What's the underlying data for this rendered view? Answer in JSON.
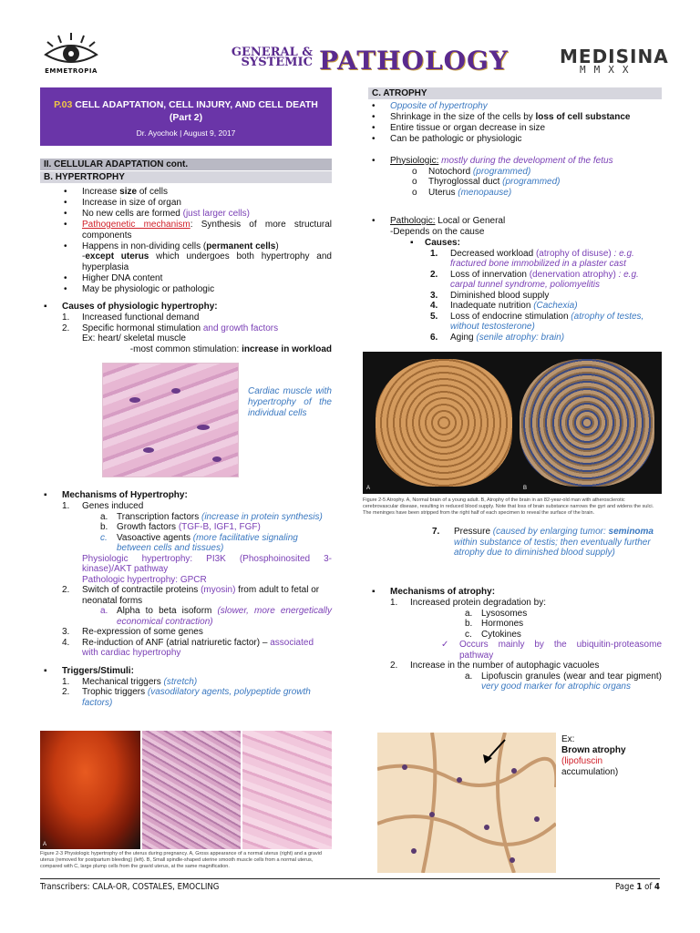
{
  "header": {
    "logo_text": "EMMETROPIA",
    "title_small_1": "GENERAL &",
    "title_small_2": "SYSTEMIC",
    "title_big": "PATHOLOGY",
    "brand": "MEDISINA",
    "brand_sub": "MMXX"
  },
  "title_box": {
    "code": "P.03",
    "title": "CELL ADAPTATION, CELL INJURY, AND CELL DEATH (Part 2)",
    "byline": "Dr. Ayochok | August 9, 2017"
  },
  "left": {
    "section": "II. CELLULAR ADAPTATION cont.",
    "subsection": "B. HYPERTROPHY",
    "bullets": {
      "b1_pre": "Increase ",
      "b1_bold": "size",
      "b1_post": " of cells",
      "b2": "Increase in size of organ",
      "b3_pre": "No new cells are formed ",
      "b3_purple": "(just larger cells)",
      "b4_red": "Pathogenetic mechanism",
      "b4_post": ": Synthesis of more structural components",
      "b5_pre": "Happens in non-dividing cells (",
      "b5_bold": "permanent cells",
      "b5_post": ")",
      "b5_line2_pre": "-",
      "b5_line2_bold": "except uterus",
      "b5_line2_post": " which undergoes both hypertrophy and hyperplasia",
      "b6": "Higher DNA content",
      "b7": "May be physiologic or pathologic"
    },
    "causes": {
      "heading": "Causes of physiologic hypertrophy:",
      "i1": "Increased functional demand",
      "i2_pre": "Specific hormonal stimulation ",
      "i2_purple": "and growth factors",
      "ex": "Ex: heart/ skeletal muscle",
      "most_pre": "-most common stimulation: ",
      "most_bold": "increase in workload"
    },
    "image1_caption": "Cardiac muscle with hypertrophy of the individual cells",
    "mech": {
      "heading": "Mechanisms of Hypertrophy:",
      "i1": "Genes induced",
      "a_pre": "Transcription factors ",
      "a_blue": "(increase in protein synthesis)",
      "b_pre": "Growth factors ",
      "b_purple": "(TGF-B, IGF1, FGF)",
      "c_pre": "Vasoactive agents ",
      "c_blue": "(more facilitative signaling between cells and tissues)",
      "phys": "Physiologic hypertrophy: PI3K (Phosphoinosited 3-kinase)/AKT pathway",
      "path": "Pathologic hypertrophy: GPCR",
      "i2_pre": "Switch of contractile proteins ",
      "i2_purple": "(myosin)",
      "i2_post": " from adult to fetal or neonatal forms",
      "i2a_pre": "Alpha to beta isoform ",
      "i2a_purple": "(slower, more energetically economical contraction)",
      "i3": "Re-expression of some genes",
      "i4_pre": "Re-induction of ANF (atrial natriuretic factor) – ",
      "i4_purple": "associated with cardiac hypertrophy"
    },
    "triggers": {
      "heading": "Triggers/Stimuli:",
      "i1_pre": "Mechanical triggers ",
      "i1_blue": "(stretch)",
      "i2_pre": "Trophic triggers ",
      "i2_blue": "(vasodilatory agents, polypeptide growth factors)"
    },
    "figure_caption": "Figure 2-3 Physiologic hypertrophy of the uterus during pregnancy. A, Gross appearance of a normal uterus (right) and a gravid uterus (removed for postpartum bleeding) (left). B, Small spindle-shaped uterine smooth muscle cells from a normal uterus, compared with C, large plump cells from the gravid uterus, at the same magnification.",
    "figure_label_a": "A"
  },
  "right": {
    "section": "C. ATROPHY",
    "bullets": {
      "b1_blue": "Opposite of hypertrophy",
      "b2_pre": "Shrinkage in the size of the cells by ",
      "b2_bold": "loss of cell substance",
      "b3": "Entire tissue or organ decrease in size",
      "b4": "Can be pathologic or physiologic"
    },
    "physiologic": {
      "label": "Physiologic:",
      "note": " mostly during the development of the fetus",
      "o1_pre": "Notochord ",
      "o1_blue": "(programmed)",
      "o2_pre": "Thyroglossal duct ",
      "o2_blue": "(programmed)",
      "o3_pre": "Uterus ",
      "o3_blue": "(menopause)"
    },
    "pathologic": {
      "label": "Pathologic:",
      "post": " Local or General",
      "dep": "-Depends on the cause",
      "causes": "Causes:",
      "c1_pre": "Decreased workload ",
      "c1_purple": "(atrophy of disuse)",
      "c1_blue": " : e.g. fractured bone immobilized in a plaster cast",
      "c2_pre": "Loss of innervation ",
      "c2_purple": "(denervation atrophy)",
      "c2_blue": " : e.g. carpal tunnel syndrome, poliomyelitis",
      "c3": "Diminished blood supply",
      "c4_pre": "Inadequate nutrition ",
      "c4_blue": "(Cachexia)",
      "c5_pre": "Loss of endocrine stimulation ",
      "c5_blue": "(atrophy of testes, without testosterone)",
      "c6_pre": "Aging ",
      "c6_blue": "(senile atrophy: brain)"
    },
    "brain_caption": "Figure 2-5 Atrophy. A, Normal brain of a young adult. B, Atrophy of the brain in an 82-year-old man with atherosclerotic cerebrovascular disease, resulting in reduced blood supply. Note that loss of brain substance narrows the gyri and widens the sulci. The meninges have been stripped from the right half of each specimen to reveal the surface of the brain.",
    "brain_a": "A",
    "brain_b": "B",
    "pressure_pre": "Pressure ",
    "pressure_blue": "(caused by enlarging tumor: ",
    "pressure_bold": "seminoma",
    "pressure_blue2": " within substance of testis; then eventually further atrophy due to diminished blood supply)",
    "mech": {
      "heading": "Mechanisms of atrophy:",
      "i1": "Increased protein degradation by:",
      "a": "Lysosomes",
      "b": "Hormones",
      "c": "Cytokines",
      "check_purple": "Occurs mainly by the ubiquitin-proteasome pathway",
      "i2": "Increase in the number of autophagic vacuoles",
      "i2a_pre": "Lipofuscin granules (wear and tear pigment) ",
      "i2a_blue": "very good marker for atrophic organs"
    },
    "ex": {
      "ex": "Ex:",
      "bold": "Brown atrophy",
      "red": "(lipofuscin",
      "post": "accumulation)"
    }
  },
  "footer": {
    "transcribers": "Transcribers: CALA-OR, COSTALES, EMOCLING",
    "page_pre": "Page ",
    "page_num": "1",
    "page_mid": " of ",
    "page_total": "4"
  }
}
